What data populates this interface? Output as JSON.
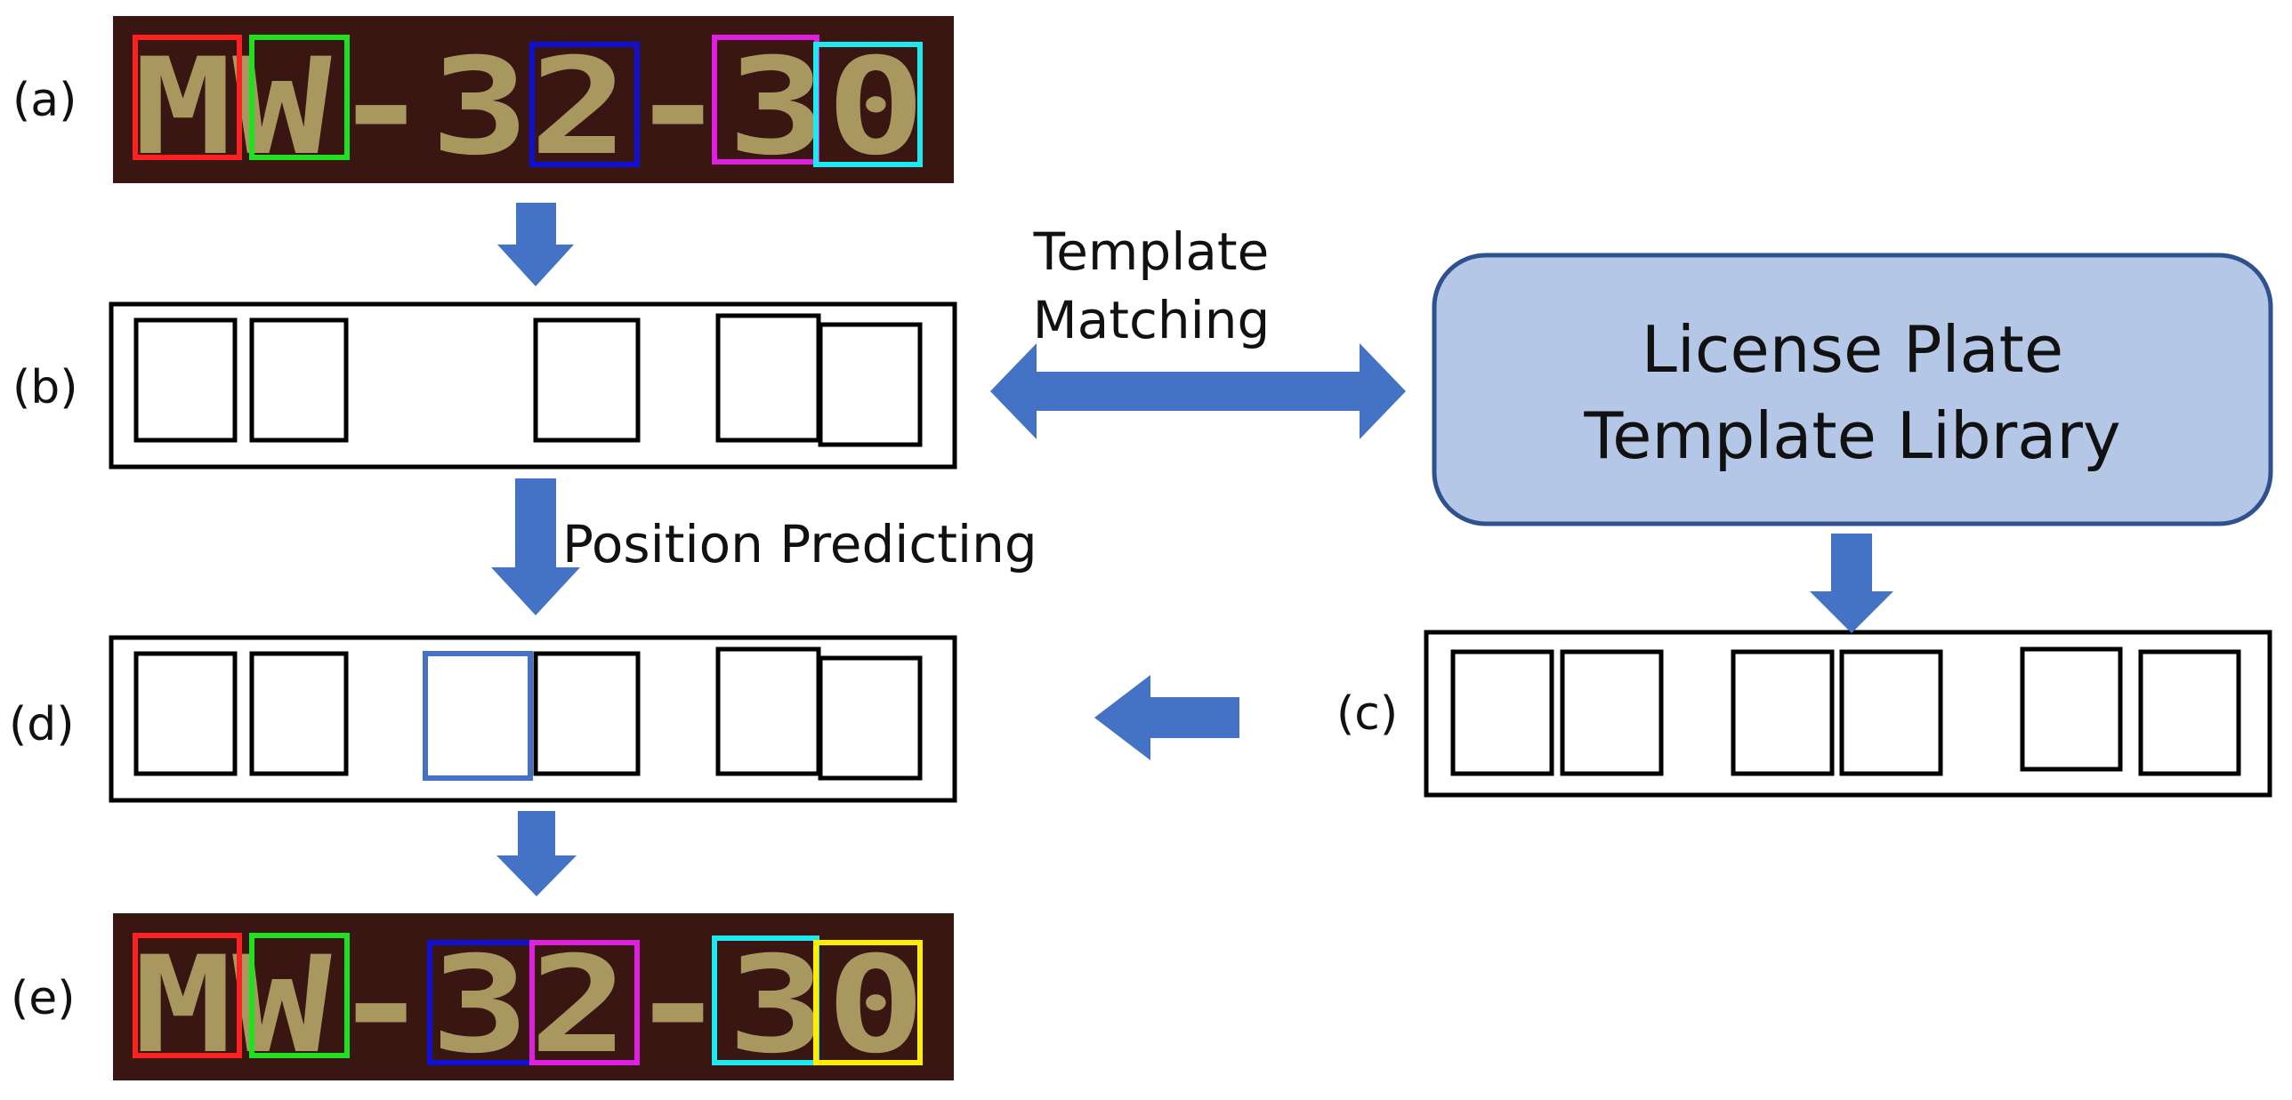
{
  "colors": {
    "arrow": "#4472c4",
    "library_fill": "#b4c7e7",
    "library_stroke": "#2f528f",
    "plate_bg": "#3a1612",
    "plate_char": "#a89860",
    "predicted_box": "#4472c4",
    "box_red": "#ff2020",
    "box_green": "#20e020",
    "box_blue": "#1010d0",
    "box_magenta": "#e020e0",
    "box_cyan": "#20e8f0",
    "box_yellow": "#ffee00"
  },
  "labels": {
    "a": "(a)",
    "b": "(b)",
    "c": "(c)",
    "d": "(d)",
    "e": "(e)"
  },
  "plates": {
    "a_text": "MW-32-30",
    "e_text": "MW-32-30"
  },
  "library": {
    "line1": "License Plate",
    "line2": "Template Library"
  },
  "annotations": {
    "template_matching_line1": "Template",
    "template_matching_line2": "Matching",
    "position_predicting": "Position Predicting"
  }
}
